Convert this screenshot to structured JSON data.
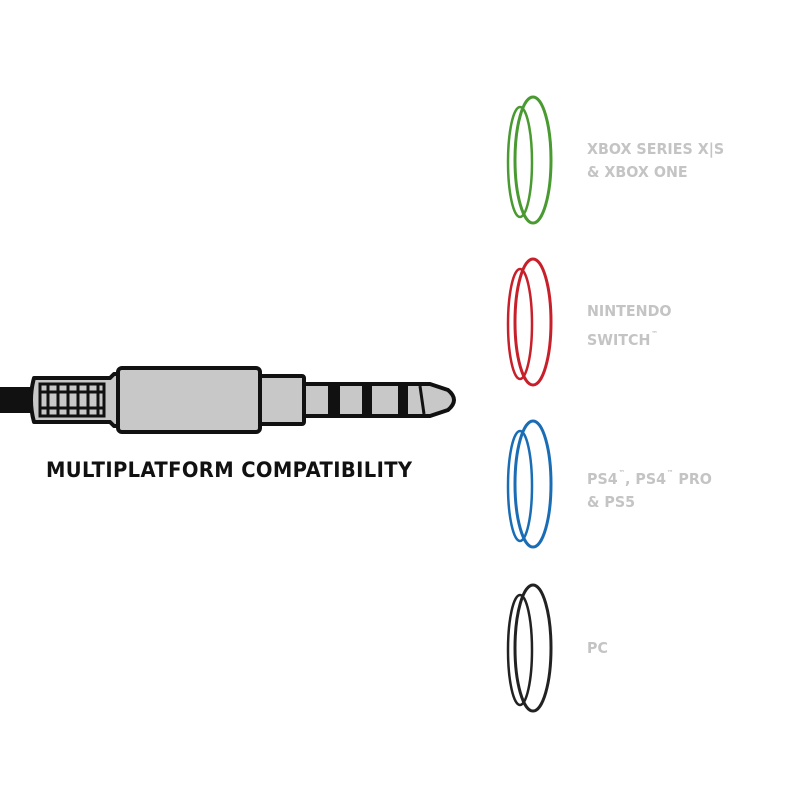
{
  "headline": "MULTIPLATFORM COMPATIBILITY",
  "trademark": "™",
  "colors": {
    "outline": "#111111",
    "plug_fill": "#c8c8c8",
    "label": "#c4c4c4",
    "xbox": "#4a9a32",
    "nintendo": "#c8202a",
    "playstation": "#1a6db4",
    "pc": "#222222"
  },
  "platforms": [
    {
      "id": "xbox",
      "line1": "XBOX SERIES X|S",
      "line2": "& XBOX ONE"
    },
    {
      "id": "nintendo",
      "line1": "NINTENDO",
      "line2": "SWITCH"
    },
    {
      "id": "playstation",
      "line1_a": "PS4",
      "line1_sep": ", ",
      "line1_b": "PS4",
      "line1_c": " PRO",
      "line2": "& PS5"
    },
    {
      "id": "pc",
      "line1": "PC"
    }
  ]
}
